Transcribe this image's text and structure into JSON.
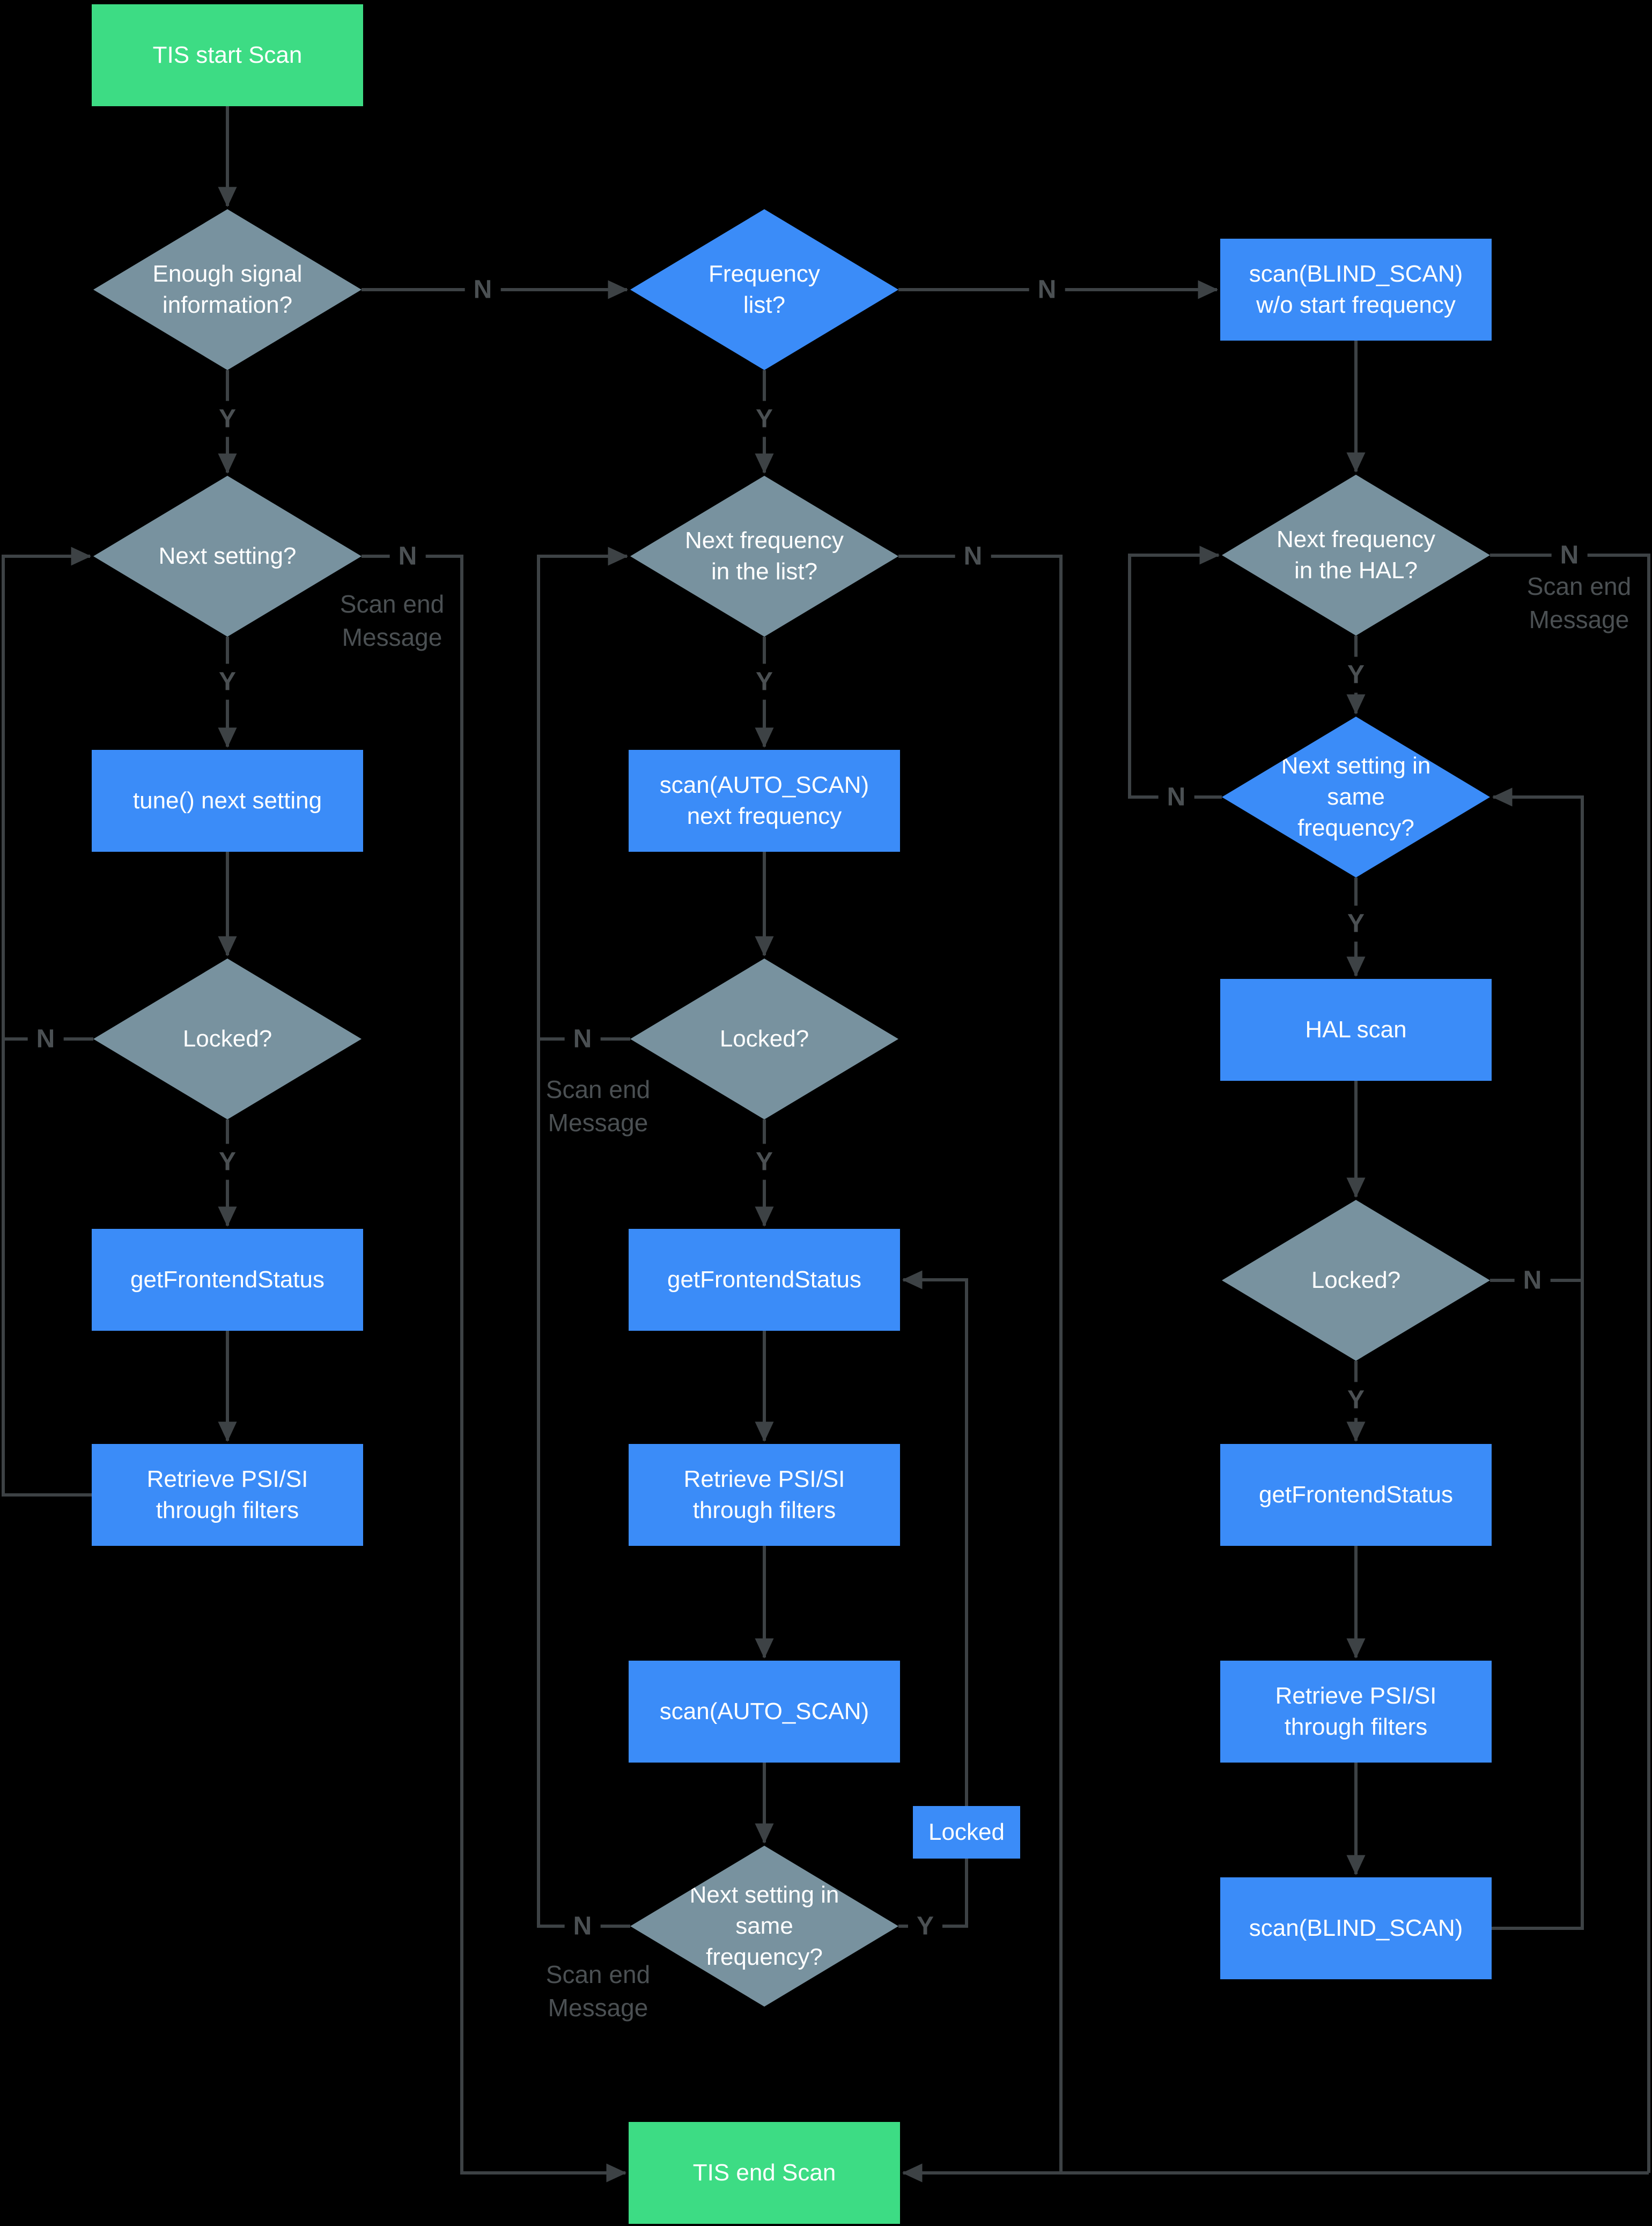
{
  "colors": {
    "background": "#000000",
    "green": "#3ddc84",
    "blue": "#3b8cf8",
    "slate": "#78929f",
    "line": "#3d4245",
    "edge_label": "#4b5053",
    "shape_text": "#ffffff"
  },
  "labels": {
    "yes": "Y",
    "no": "N",
    "scan_end_message": "Scan end Message"
  },
  "nodes": {
    "tis_start": {
      "label": "TIS start Scan",
      "type": "start"
    },
    "enough_signal": {
      "label": "Enough signal information?",
      "type": "decision"
    },
    "frequency_list": {
      "label": "Frequency list?",
      "type": "decision"
    },
    "scan_blind_wo_start": {
      "label": "scan(BLIND_SCAN) w/o start frequency",
      "type": "process"
    },
    "next_setting": {
      "label": "Next setting?",
      "type": "decision"
    },
    "next_frequency_in_list": {
      "label": "Next frequency in the list?",
      "type": "decision"
    },
    "next_frequency_in_hal": {
      "label": "Next frequency in the HAL?",
      "type": "decision"
    },
    "tune_next_setting": {
      "label": "tune() next setting",
      "type": "process"
    },
    "scan_auto_next_frequency": {
      "label": "scan(AUTO_SCAN) next frequency",
      "type": "process"
    },
    "next_setting_same_freq_hal": {
      "label": "Next setting in same frequency?",
      "type": "decision"
    },
    "locked_left": {
      "label": "Locked?",
      "type": "decision"
    },
    "locked_middle": {
      "label": "Locked?",
      "type": "decision"
    },
    "hal_scan": {
      "label": "HAL scan",
      "type": "process"
    },
    "get_frontend_status_left": {
      "label": "getFrontendStatus",
      "type": "process"
    },
    "get_frontend_status_middle": {
      "label": "getFrontendStatus",
      "type": "process"
    },
    "locked_right": {
      "label": "Locked?",
      "type": "decision"
    },
    "retrieve_psi_left": {
      "label": "Retrieve PSI/SI through filters",
      "type": "process"
    },
    "retrieve_psi_middle": {
      "label": "Retrieve PSI/SI through filters",
      "type": "process"
    },
    "get_frontend_status_right": {
      "label": "getFrontendStatus",
      "type": "process"
    },
    "scan_auto": {
      "label": "scan(AUTO_SCAN)",
      "type": "process"
    },
    "retrieve_psi_right": {
      "label": "Retrieve PSI/SI through filters",
      "type": "process"
    },
    "locked_tag": {
      "label": "Locked",
      "type": "label"
    },
    "next_setting_same_freq_mid": {
      "label": "Next setting in same frequency?",
      "type": "decision"
    },
    "scan_blind": {
      "label": "scan(BLIND_SCAN)",
      "type": "process"
    },
    "tis_end": {
      "label": "TIS end Scan",
      "type": "end"
    }
  }
}
